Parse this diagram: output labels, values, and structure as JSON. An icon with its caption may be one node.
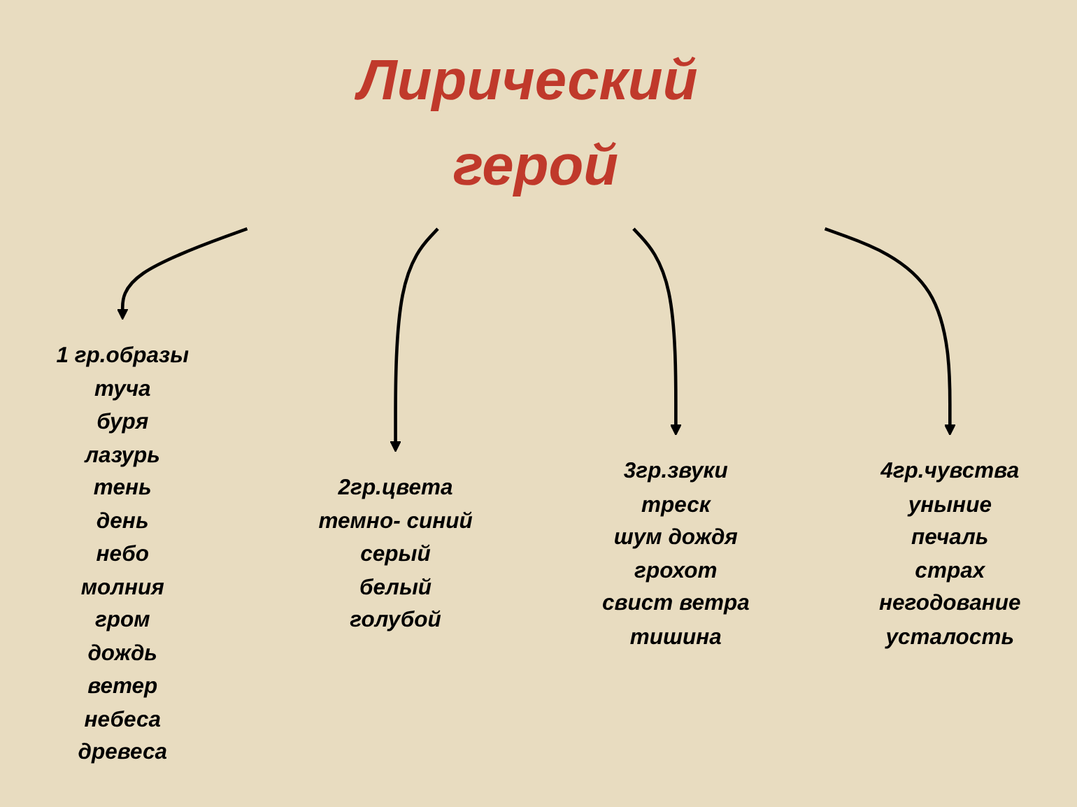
{
  "diagram": {
    "nodes": [
      {
        "text": [
          "Лирический герой"
        ]
      },
      {
        "text": [
          "1 гр.образы",
          "туча",
          "буря",
          "лазурь",
          "тень",
          "день",
          "небо",
          "молния",
          "гром",
          "дождь",
          "ветер",
          "небеса",
          "древеса"
        ]
      },
      {
        "text": [
          "2гр.цвета",
          "темно- синий",
          "серый",
          "белый",
          "голубой"
        ]
      },
      {
        "text": [
          "3гр.звуки",
          "треск",
          "шум дождя",
          "грохот",
          "свист ветра",
          "тишина"
        ]
      },
      {
        "text": [
          "4гр.чувства",
          "уныние",
          "печаль",
          "страх",
          "негодование",
          "усталость"
        ]
      }
    ],
    "edges": [
      {
        "from": 0,
        "to": 1,
        "arrow": "to"
      },
      {
        "from": 0,
        "to": 2,
        "arrow": "to"
      },
      {
        "from": 0,
        "to": 3,
        "arrow": "to"
      },
      {
        "from": 0,
        "to": 4,
        "arrow": "to"
      }
    ]
  }
}
